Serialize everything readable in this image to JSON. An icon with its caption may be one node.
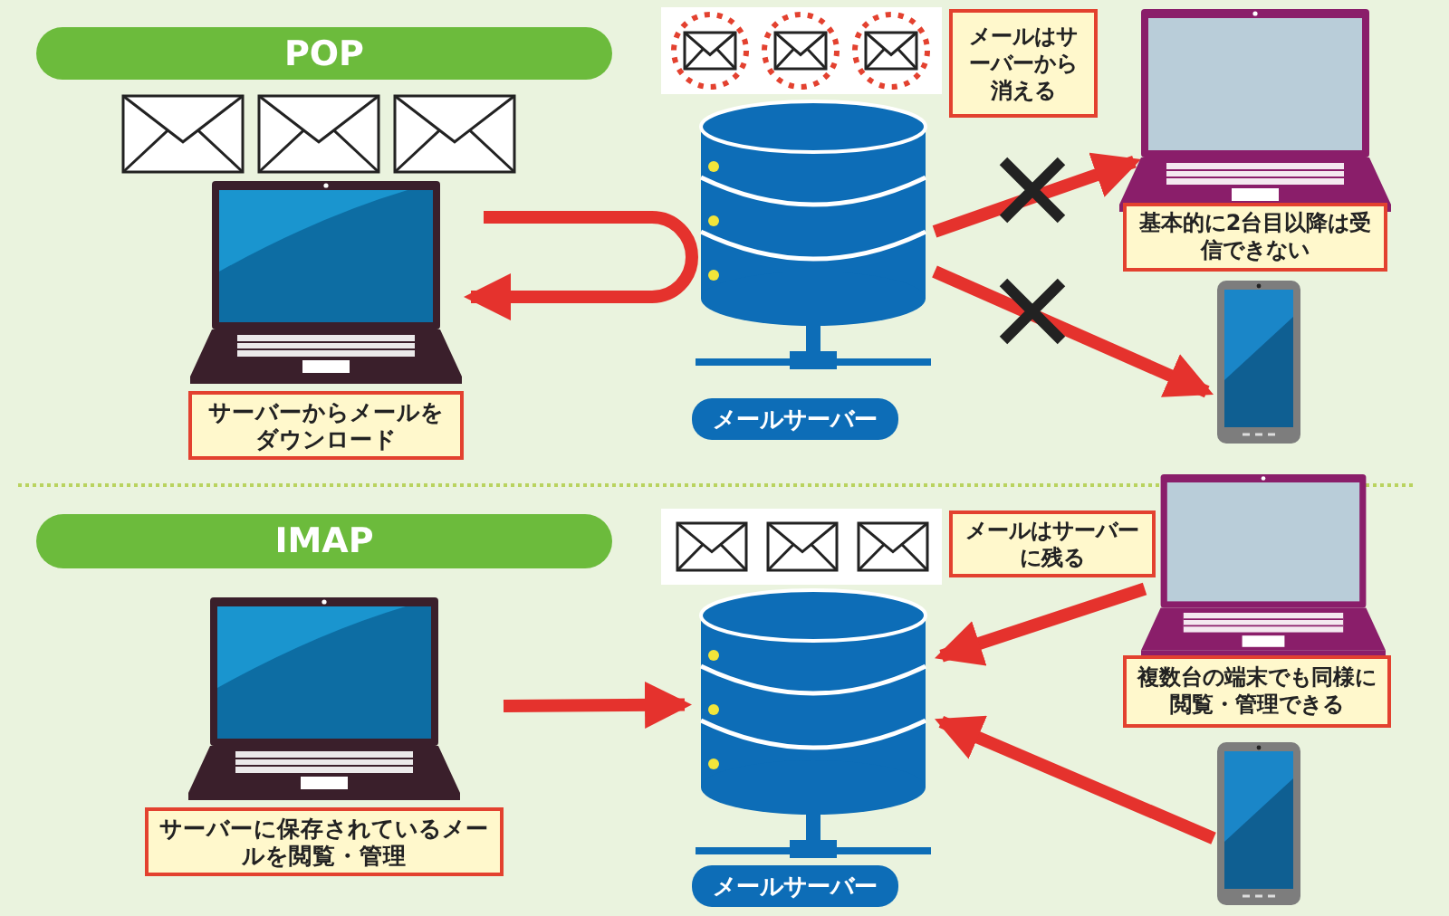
{
  "diagram": {
    "nodes": [
      {
        "text": [
          "POP"
        ]
      },
      {
        "text": [
          "サーバーからメールをダウンロード"
        ]
      },
      {
        "text": [
          "メールサーバー"
        ]
      },
      {
        "text": [],
        "shape": "laptop"
      },
      {
        "text": [],
        "shape": "phone"
      },
      {
        "text": [
          "IMAP"
        ]
      },
      {
        "text": [
          "サーバーに保存されているメールを閲覧・管理"
        ]
      },
      {
        "text": [
          "メールサーバー"
        ]
      },
      {
        "text": [],
        "shape": "laptop"
      },
      {
        "text": [],
        "shape": "phone"
      }
    ],
    "edges": [
      {
        "from": 2,
        "to": 1,
        "arrow": "to"
      },
      {
        "from": 2,
        "to": 3,
        "arrow": "to"
      },
      {
        "from": 2,
        "to": 4,
        "arrow": "to"
      },
      {
        "from": 6,
        "to": 7,
        "arrow": "to"
      },
      {
        "from": 8,
        "to": 7,
        "arrow": "to"
      },
      {
        "from": 9,
        "to": 7,
        "arrow": "to"
      }
    ],
    "labels": [
      "メールはサーバーから消える",
      "基本的に2台目以降は受信できない",
      "メールはサーバーに残る",
      "複数台の端末でも同様に閲覧・管理できる"
    ]
  }
}
